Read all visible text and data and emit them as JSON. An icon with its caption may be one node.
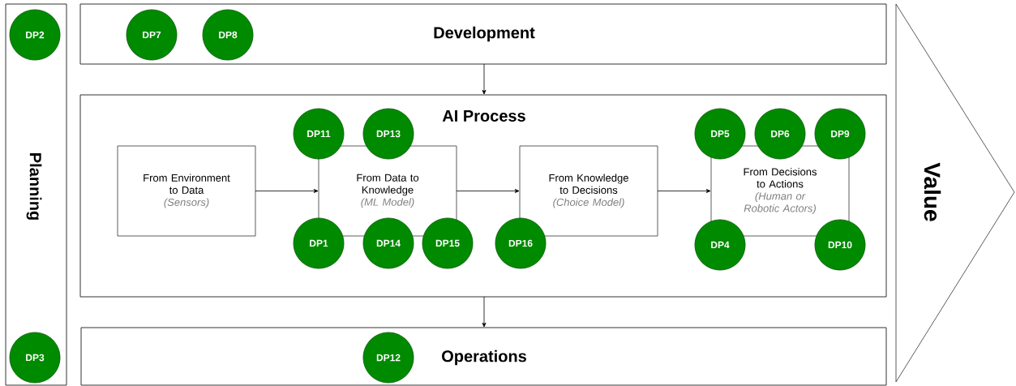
{
  "diagram": {
    "nodes": [
      {
        "text": [
          "Planning"
        ]
      },
      {
        "text": [
          "DP2"
        ],
        "in": 0
      },
      {
        "text": [
          "DP3"
        ],
        "in": 0
      },
      {
        "text": [
          "Development"
        ]
      },
      {
        "text": [
          "DP7"
        ],
        "in": 3
      },
      {
        "text": [
          "DP8"
        ],
        "in": 3
      },
      {
        "text": [
          "AI Process"
        ]
      },
      {
        "text": [
          "From Environment to Data",
          "(Sensors)"
        ],
        "in": 6
      },
      {
        "text": [
          "From Data to Knowledge",
          "(ML Model)"
        ],
        "in": 6
      },
      {
        "text": [
          "DP11"
        ],
        "in": 6
      },
      {
        "text": [
          "DP13"
        ],
        "in": 6
      },
      {
        "text": [
          "DP1"
        ],
        "in": 6
      },
      {
        "text": [
          "DP14"
        ],
        "in": 6
      },
      {
        "text": [
          "DP15"
        ],
        "in": 6
      },
      {
        "text": [
          "From Knowledge to Decisions",
          "(Choice Model)"
        ],
        "in": 6
      },
      {
        "text": [
          "DP16"
        ],
        "in": 6
      },
      {
        "text": [
          "From Decisions to Actions",
          "(Human or Robotic Actors)"
        ],
        "in": 6
      },
      {
        "text": [
          "DP5"
        ],
        "in": 6
      },
      {
        "text": [
          "DP6"
        ],
        "in": 6
      },
      {
        "text": [
          "DP9"
        ],
        "in": 6
      },
      {
        "text": [
          "DP4"
        ],
        "in": 6
      },
      {
        "text": [
          "DP10"
        ],
        "in": 6
      },
      {
        "text": [
          "Operations"
        ]
      },
      {
        "text": [
          "DP12"
        ],
        "in": 22
      },
      {
        "text": [
          "Value"
        ]
      }
    ],
    "edges": [
      {
        "from": 3,
        "to": 6,
        "arrow": "to"
      },
      {
        "from": 6,
        "to": 22,
        "arrow": "to"
      },
      {
        "from": 7,
        "to": 8,
        "arrow": "to"
      },
      {
        "from": 8,
        "to": 14,
        "arrow": "to"
      },
      {
        "from": 14,
        "to": 16,
        "arrow": "to"
      }
    ]
  }
}
